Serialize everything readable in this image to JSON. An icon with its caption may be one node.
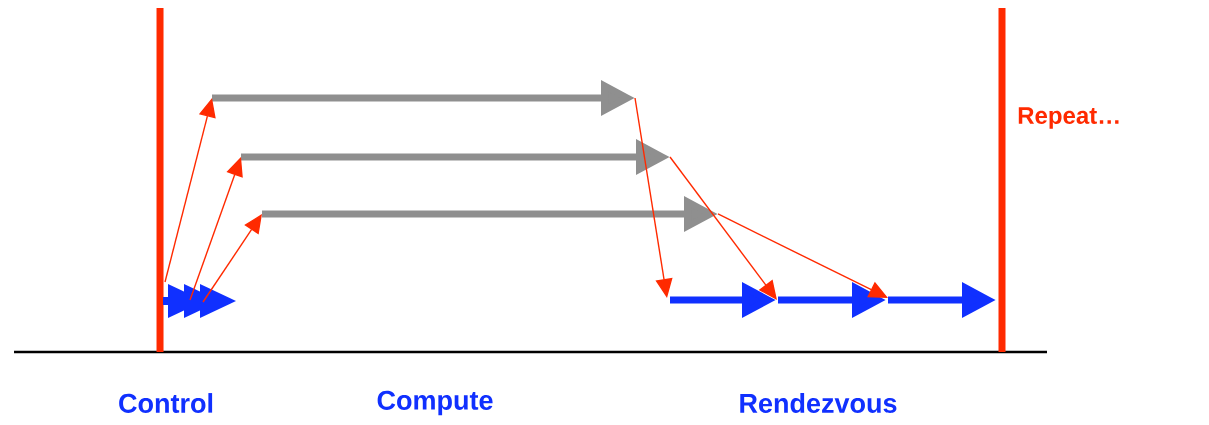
{
  "diagram": {
    "labels": [
      "Repeat…",
      "Control",
      "Compute",
      "Rendezvous"
    ]
  }
}
